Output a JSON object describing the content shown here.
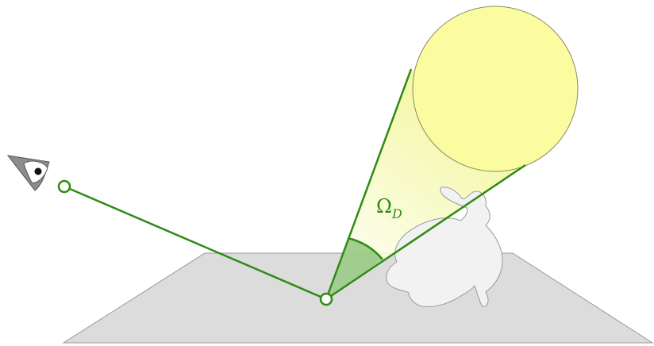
{
  "label": {
    "symbol": "Ω",
    "subscript": "D"
  },
  "colors": {
    "path": "#2e8b12",
    "floor_fill": "#dcdcdc",
    "floor_stroke": "#9a9a9a",
    "light_fill": "#fbfba0",
    "light_stroke": "#8a8a6a",
    "cone_glow": "#f6f9c0",
    "solid_angle_fill": "#5aa842",
    "bunny_fill": "#f2f2f2",
    "bunny_stroke": "#9a9a9a",
    "eye_fill": "#8c8c8c",
    "label_color": "#2e8b12"
  },
  "icons": {
    "viewer": "eye-icon",
    "light": "area-light",
    "occluder": "bunny-occluder"
  }
}
